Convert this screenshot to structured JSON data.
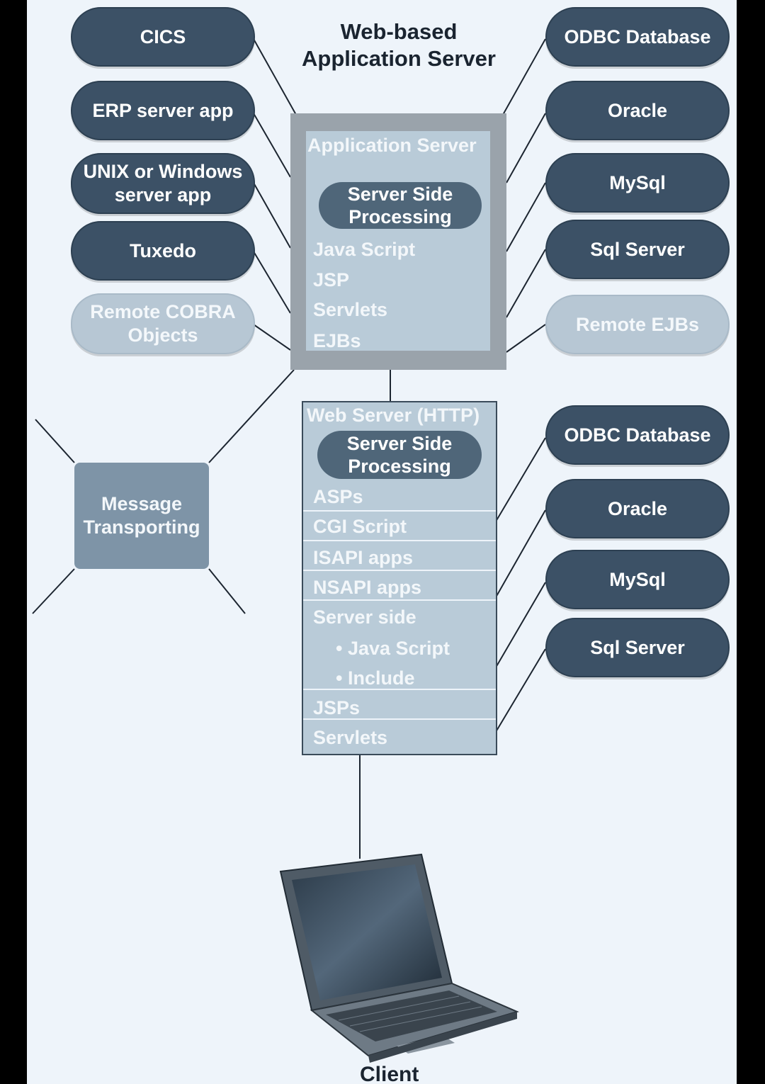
{
  "title": [
    "Web-based",
    "Application Server"
  ],
  "left_nodes": [
    "CICS",
    "ERP server app",
    [
      "UNIX or Windows",
      "server app"
    ],
    "Tuxedo",
    [
      "Remote COBRA",
      "Objects"
    ]
  ],
  "right_top_nodes": [
    "ODBC Database",
    "Oracle",
    "MySql",
    "Sql Server",
    "Remote EJBs"
  ],
  "app_server": {
    "title": "Application Server",
    "processing": [
      "Server Side",
      "Processing"
    ],
    "items": [
      "Java Script",
      "JSP",
      "Servlets",
      "EJBs"
    ]
  },
  "message_box": [
    "Message",
    "Transporting"
  ],
  "web_server": {
    "title": "Web Server (HTTP)",
    "processing": [
      "Server Side",
      "Processing"
    ],
    "items": [
      "ASPs",
      "CGI Script",
      "ISAPI apps",
      "NSAPI apps",
      "Server side",
      "• Java Script",
      "• Include",
      "JSPs",
      "Servlets"
    ]
  },
  "right_bottom_nodes": [
    "ODBC Database",
    "Oracle",
    "MySql",
    "Sql Server"
  ],
  "client_label": "Client",
  "colors": {
    "background": "#eef4fa",
    "dark_node": "#3c5166",
    "light_node": "#b7c7d4",
    "server_panel": "#b9cbd8",
    "app_server_frame": "#9aa3ab",
    "message_box": "#7e94a7",
    "processing_pill": "#4f6679"
  }
}
